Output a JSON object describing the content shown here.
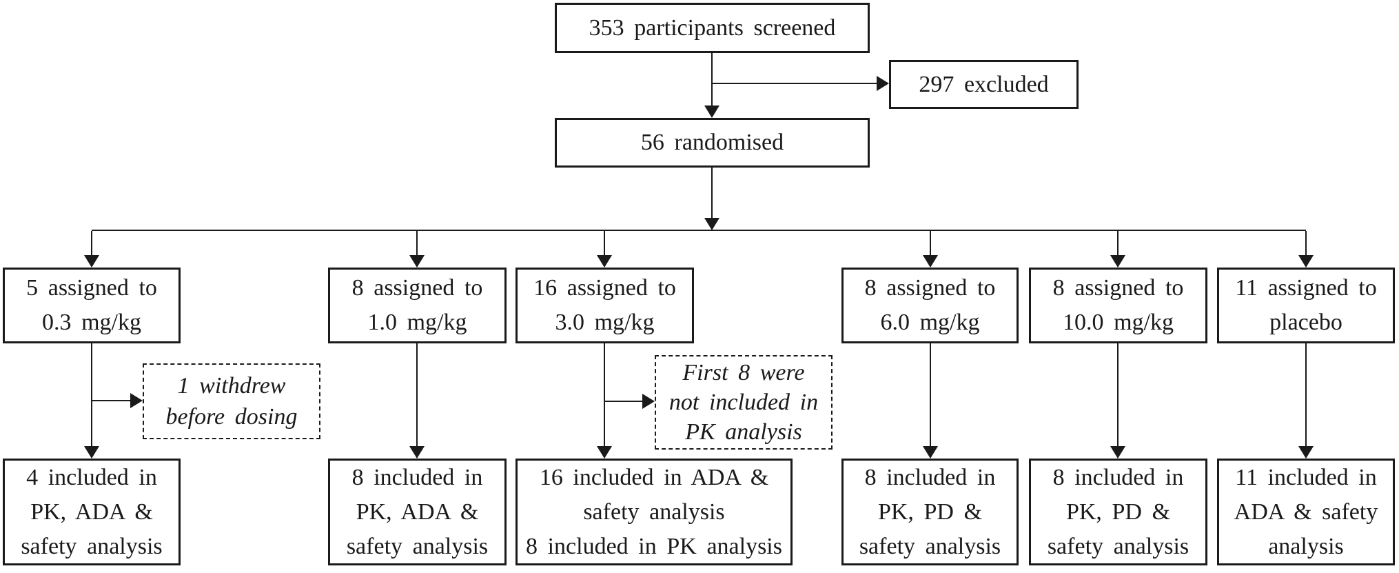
{
  "flow": {
    "screened": "353 participants screened",
    "excluded": "297 excluded",
    "randomised": "56 randomised",
    "arms": [
      {
        "assigned": {
          "line1": "5 assigned to",
          "line2": "0.3 mg/kg"
        },
        "included": {
          "line1": "4 included in",
          "line2": "PK, ADA &",
          "line3": "safety analysis"
        }
      },
      {
        "assigned": {
          "line1": "8 assigned to",
          "line2": "1.0 mg/kg"
        },
        "included": {
          "line1": "8 included in",
          "line2": "PK, ADA &",
          "line3": "safety analysis"
        }
      },
      {
        "assigned": {
          "line1": "16 assigned to",
          "line2": "3.0 mg/kg"
        },
        "included": {
          "line1": "16 included in ADA &",
          "line2": "safety analysis",
          "line3": "8 included in PK analysis"
        }
      },
      {
        "assigned": {
          "line1": "8 assigned to",
          "line2": "6.0 mg/kg"
        },
        "included": {
          "line1": "8 included in",
          "line2": "PK, PD &",
          "line3": "safety analysis"
        }
      },
      {
        "assigned": {
          "line1": "8 assigned to",
          "line2": "10.0 mg/kg"
        },
        "included": {
          "line1": "8 included in",
          "line2": "PK, PD &",
          "line3": "safety analysis"
        }
      },
      {
        "assigned": {
          "line1": "11 assigned to",
          "line2": "placebo"
        },
        "included": {
          "line1": "11 included in",
          "line2": "ADA & safety",
          "line3": "analysis"
        }
      }
    ],
    "notes": {
      "withdrew": {
        "line1": "1 withdrew",
        "line2": "before dosing"
      },
      "pk": {
        "line1": "First 8 were",
        "line2": "not included in",
        "line3": "PK analysis"
      }
    },
    "colors": {
      "line": "#1a1a1a",
      "background": "#ffffff",
      "text": "#1a1a1a"
    }
  }
}
